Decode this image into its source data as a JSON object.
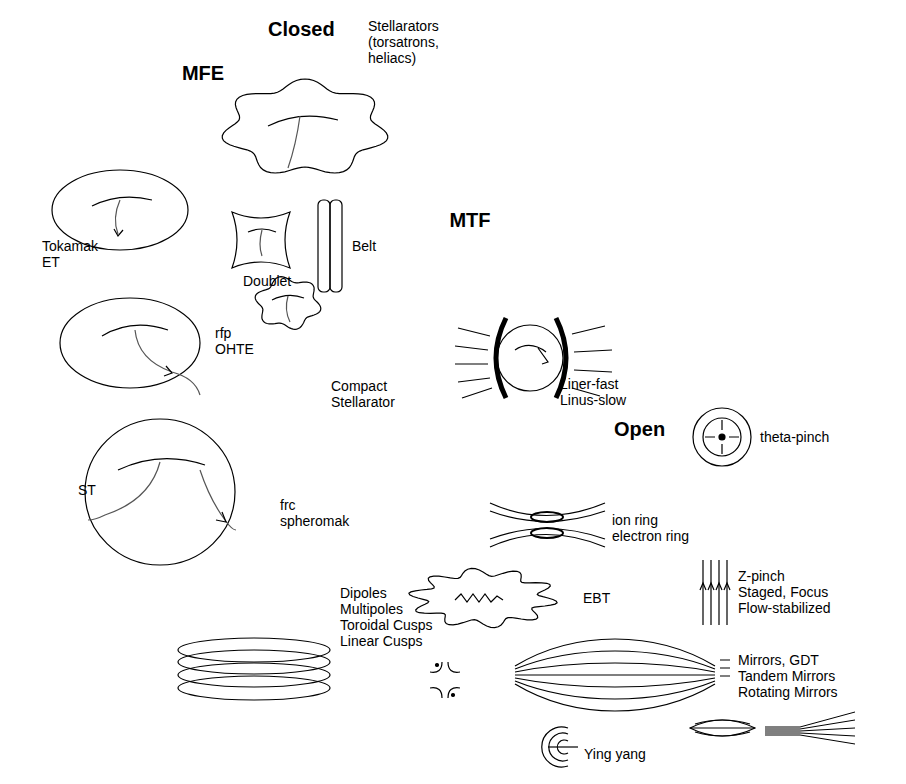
{
  "diagram": {
    "nodes": [
      {
        "text": [
          "Closed"
        ]
      },
      {
        "text": [
          "MFE"
        ],
        "in": 0
      },
      {
        "text": [
          "MTF"
        ],
        "in": 0
      },
      {
        "text": [
          "Open"
        ]
      }
    ],
    "labels": [
      "Stellarators (torsatrons, heliacs)",
      "Tokamak ET",
      "Doublet",
      "Belt",
      "rfp OHTE",
      "Compact Stellarator",
      "ST",
      "frc spheromak",
      "Liner-fast Linus-slow",
      "theta-pinch",
      "ion ring electron ring",
      "Z-pinch Staged, Focus Flow-stabilized",
      "Dipoles Multipoles Toroidal Cusps Linear Cusps",
      "EBT",
      "Mirrors, GDT Tandem Mirrors Rotating Mirrors",
      "Ying yang"
    ]
  }
}
